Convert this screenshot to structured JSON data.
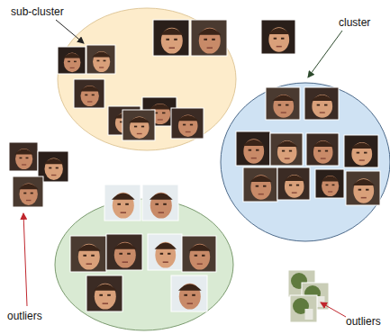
{
  "diagram": {
    "labels": [
      "sub-cluster",
      "cluster",
      "outliers",
      "outliers"
    ]
  }
}
